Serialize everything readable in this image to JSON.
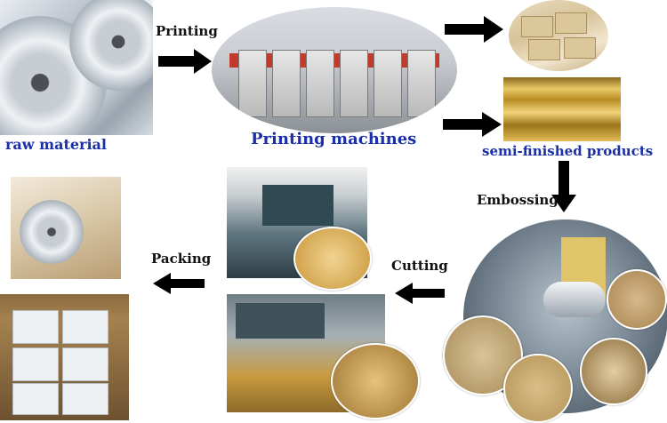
{
  "steps": {
    "raw_material": "raw material",
    "printing": "Printing",
    "printing_machines": "Printing machines",
    "semi_finished": "semi-finished products",
    "embossing": "Embossing",
    "cutting": "Cutting",
    "packing": "Packing"
  },
  "colors": {
    "step_label": "#111111",
    "product_label": "#1a2fa8",
    "arrow": "#000000",
    "background": "#ffffff"
  }
}
